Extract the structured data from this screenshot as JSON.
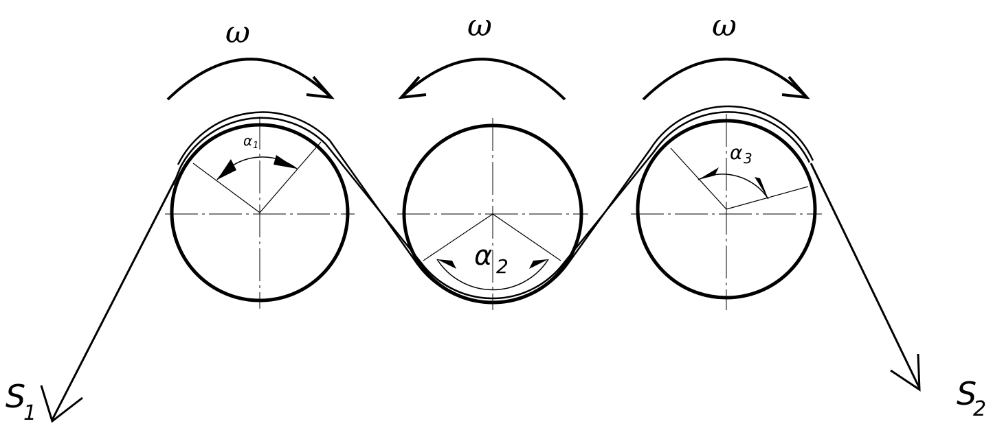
{
  "labels": {
    "omega_left": "ω",
    "omega_middle": "ω",
    "omega_right": "ω",
    "alpha1_symbol": "α",
    "alpha1_index": "1",
    "alpha2_symbol": "α",
    "alpha2_index": "2",
    "alpha3_symbol": "α",
    "alpha3_index": "3",
    "s1_symbol": "S",
    "s1_index": "1",
    "s2_symbol": "S",
    "s2_index": "2"
  },
  "colors": {
    "ink": "#000000",
    "background": "#ffffff"
  }
}
